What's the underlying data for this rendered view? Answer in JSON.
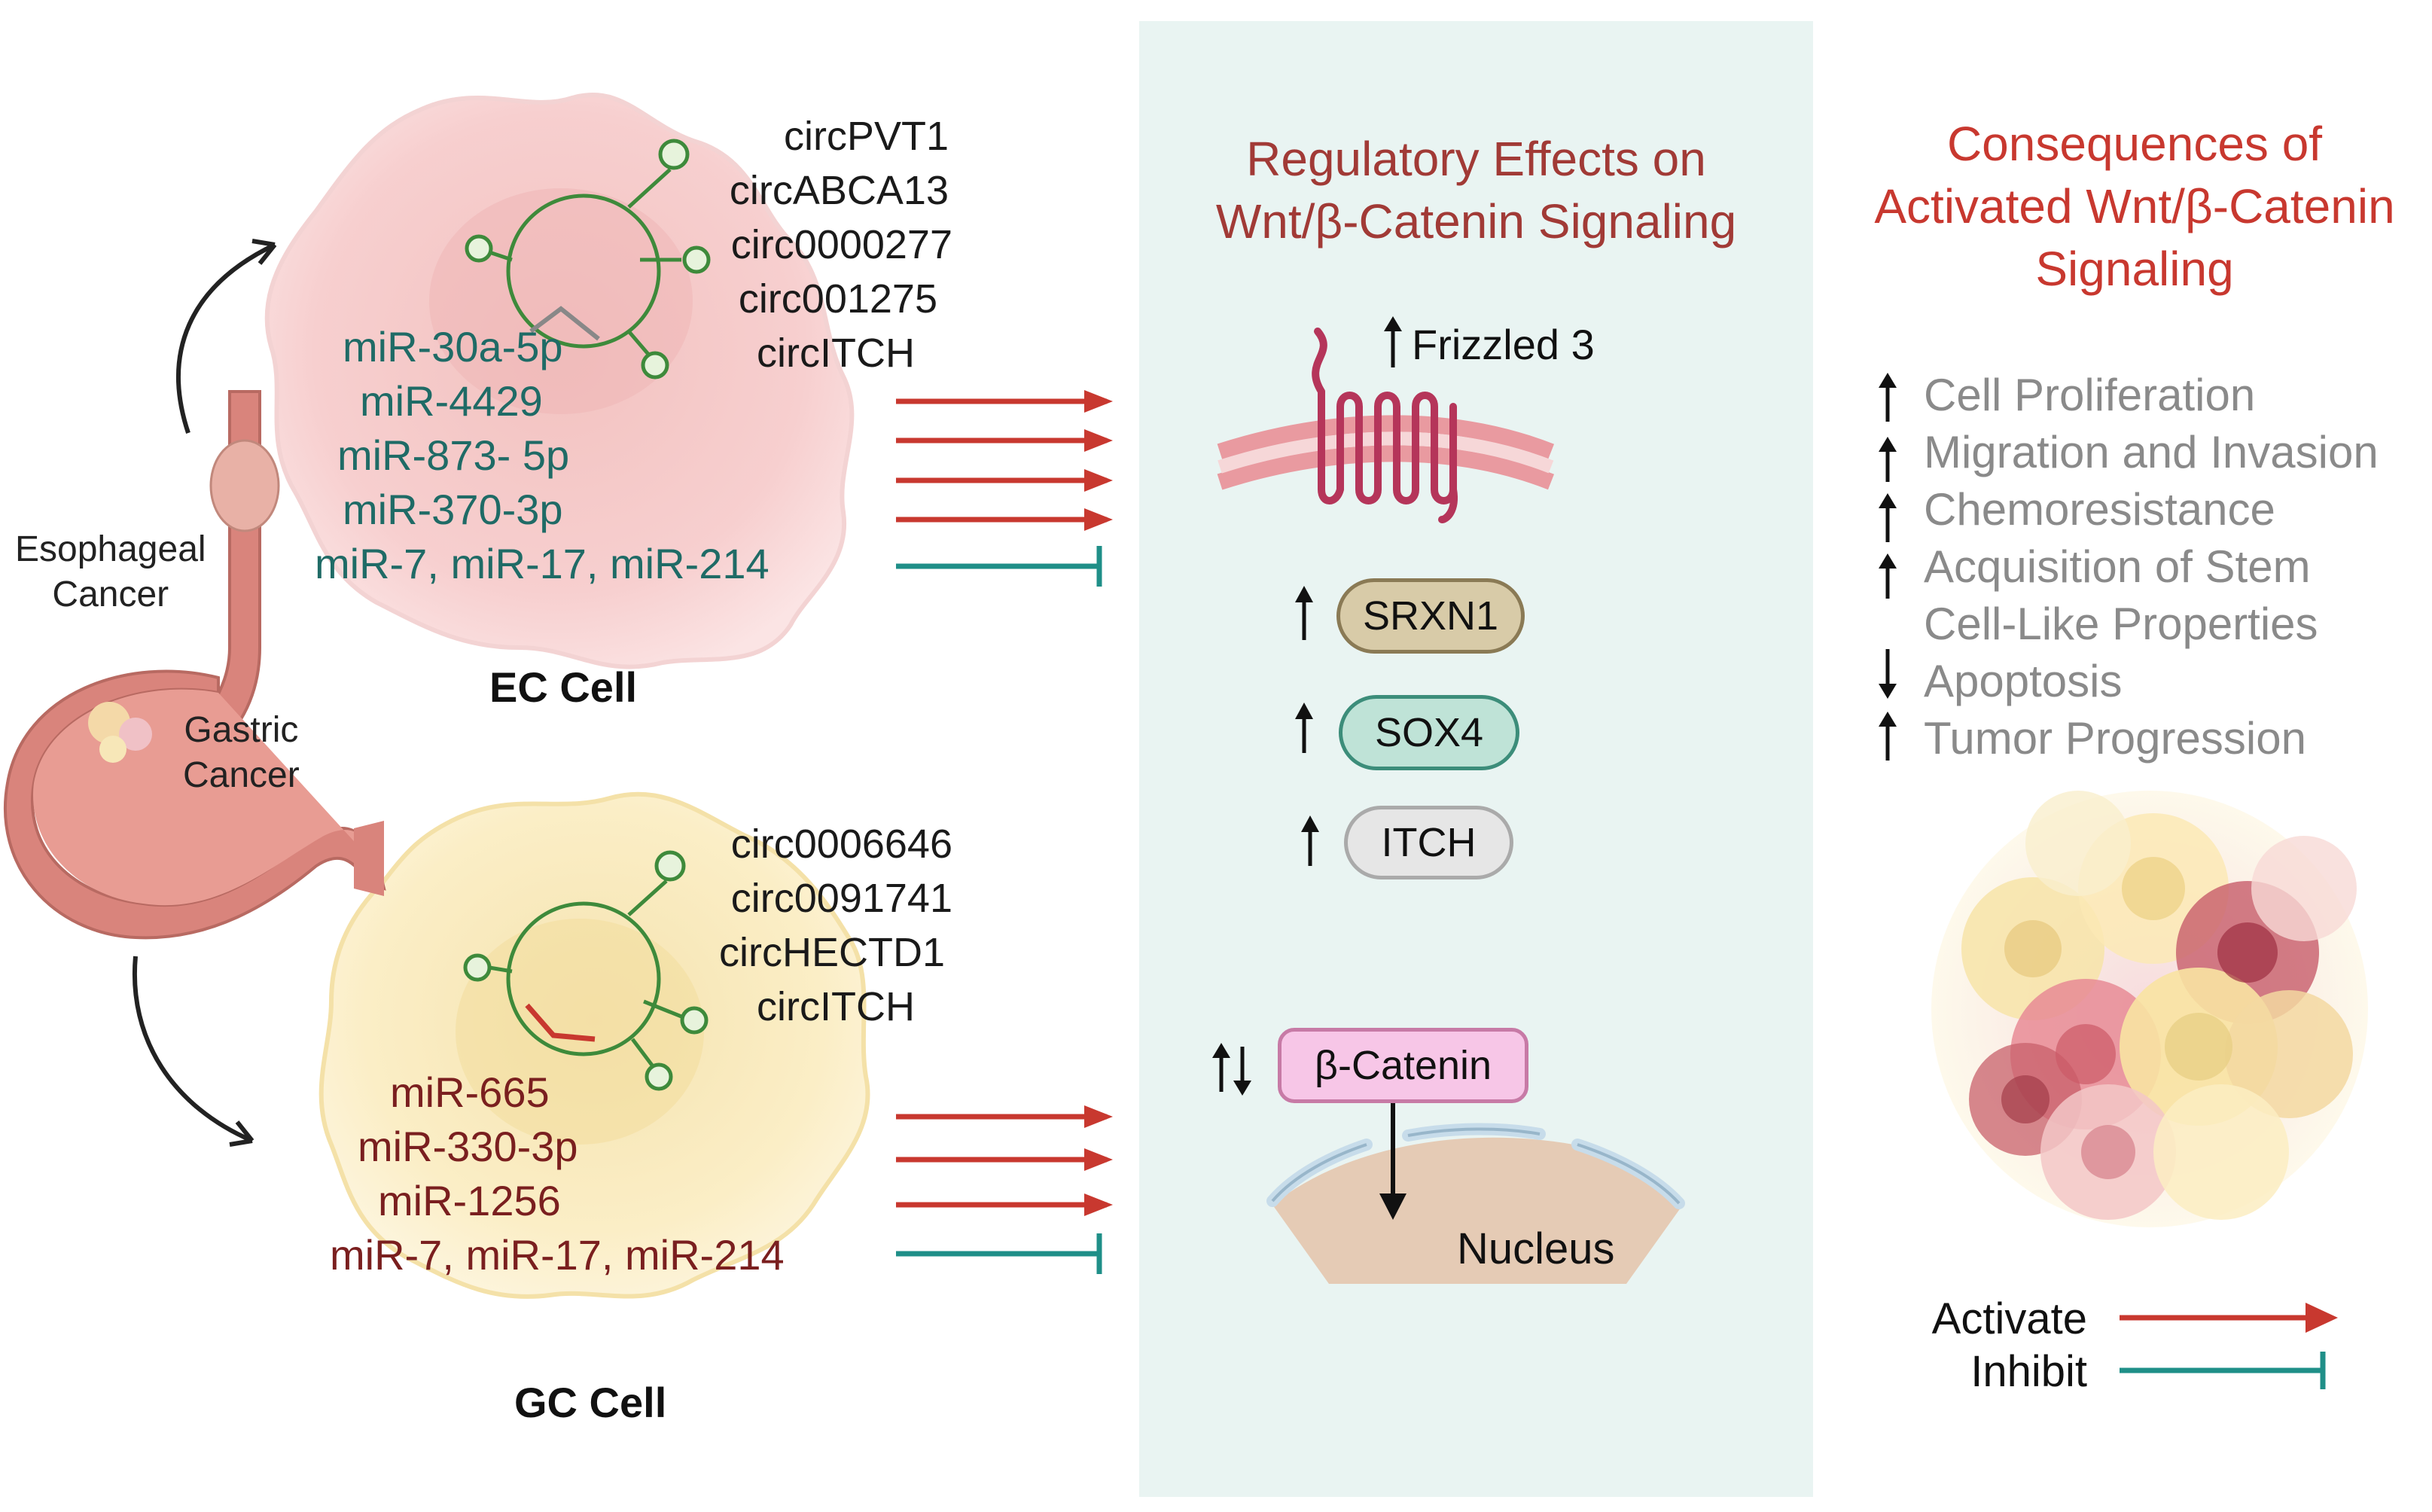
{
  "organs": {
    "esophageal_label": [
      "Esophageal",
      "Cancer"
    ],
    "gastric_label": [
      "Gastric",
      "Cancer"
    ]
  },
  "ec_cell": {
    "label": "EC Cell",
    "circrnas": [
      "circPVT1",
      "circABCA13",
      "circ0000277",
      "circ001275",
      "circITCH"
    ],
    "mirnas": [
      "miR-30a-5p",
      "miR-4429",
      "miR-873- 5p",
      "miR-370-3p",
      "miR-7, miR-17, miR-214"
    ]
  },
  "gc_cell": {
    "label": "GC Cell",
    "circrnas": [
      "circ0006646",
      "circ0091741",
      "circHECTD1",
      "circITCH"
    ],
    "mirnas": [
      "miR-665",
      "miR-330-3p",
      "miR-1256",
      "miR-7, miR-17, miR-214"
    ]
  },
  "middle_panel": {
    "title": [
      "Regulatory Effects on",
      "Wnt/β-Catenin Signaling"
    ],
    "frizzled": "Frizzled 3",
    "srxn1": "SRXN1",
    "sox4": "SOX4",
    "itch": "ITCH",
    "beta_catenin": "β-Catenin",
    "nucleus": "Nucleus"
  },
  "right_panel": {
    "title": [
      "Consequences of",
      "Activated Wnt/β-Catenin",
      "Signaling"
    ],
    "consequences": [
      {
        "text": "Cell Proliferation",
        "direction": "up"
      },
      {
        "text": "Migration and Invasion",
        "direction": "up"
      },
      {
        "text": "Chemoresistance",
        "direction": "up"
      },
      {
        "text": "Acquisition of Stem",
        "direction": "up"
      },
      {
        "text": "Cell-Like Properties",
        "direction": "none"
      },
      {
        "text": "Apoptosis",
        "direction": "down"
      },
      {
        "text": "Tumor Progression",
        "direction": "up"
      }
    ]
  },
  "legend": {
    "activate": "Activate",
    "inhibit": "Inhibit"
  },
  "colors": {
    "activate_arrow": "#c8382f",
    "inhibit_bar": "#1f8f88",
    "panel_bg": "#e9f4f2",
    "ec_cell_fill": "#f7c6c8",
    "gc_cell_fill": "#fbeec0",
    "stomach": "#d9847c"
  }
}
